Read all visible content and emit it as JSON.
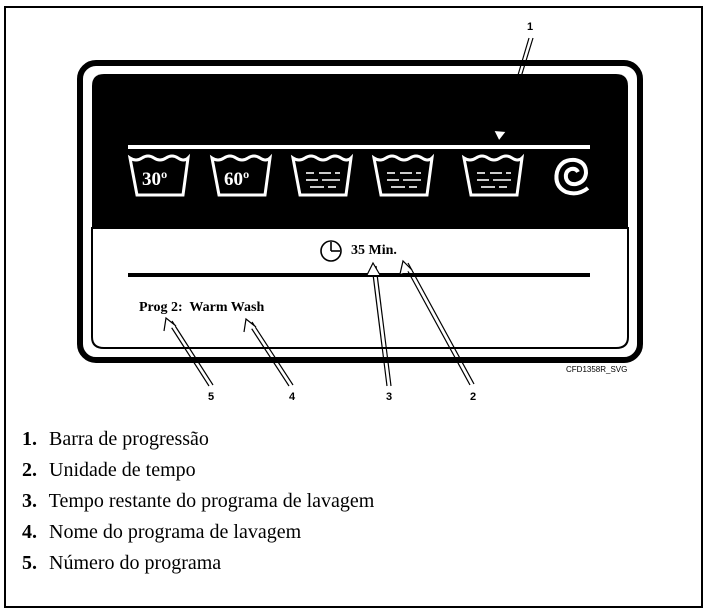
{
  "panel": {
    "wash_temps": [
      "30º",
      "60º"
    ],
    "time_value": "35 Min.",
    "program_label": "Prog 2:  Warm Wash",
    "reference_code": "CFD1358R_SVG"
  },
  "callouts": [
    "1",
    "2",
    "3",
    "4",
    "5"
  ],
  "legend": [
    {
      "number": "1.",
      "text": "Barra de progressão"
    },
    {
      "number": "2.",
      "text": "Unidade de tempo"
    },
    {
      "number": "3.",
      "text": "Tempo restante do programa de lavagem"
    },
    {
      "number": "4.",
      "text": "Nome do programa de lavagem"
    },
    {
      "number": "5.",
      "text": "Número do programa"
    }
  ],
  "colors": {
    "ink": "#000000",
    "paper": "#ffffff"
  },
  "icons": [
    "wash-tub-icon",
    "spin-icon",
    "clock-icon",
    "arrow-icon"
  ]
}
